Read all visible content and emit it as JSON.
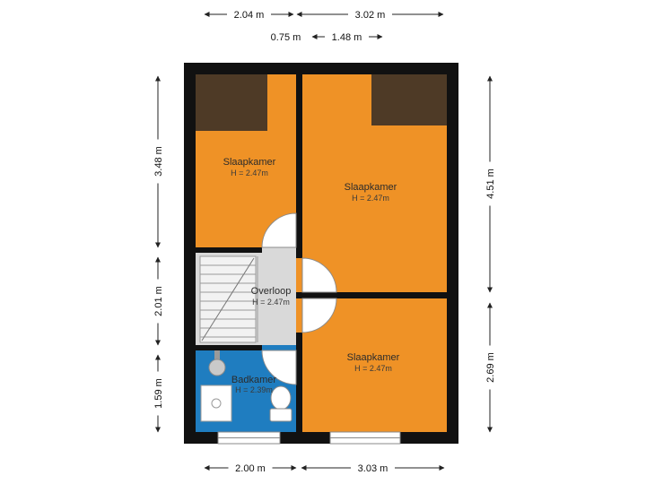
{
  "rooms": {
    "slaapkamer_tl": {
      "label": "Slaapkamer",
      "height": "H = 2.47m"
    },
    "slaapkamer_tr": {
      "label": "Slaapkamer",
      "height": "H = 2.47m"
    },
    "slaapkamer_br": {
      "label": "Slaapkamer",
      "height": "H = 2.47m"
    },
    "overloop": {
      "label": "Overloop",
      "height": "H = 2.47m"
    },
    "badkamer": {
      "label": "Badkamer",
      "height": "H = 2.39m"
    }
  },
  "dimensions": {
    "top_left": "2.04 m",
    "top_right": "3.02 m",
    "top_inner_left": "0.75 m",
    "top_inner_right": "1.48 m",
    "left_top": "3.48 m",
    "left_middle": "2.01 m",
    "left_bottom": "1.59 m",
    "right_top": "4.51 m",
    "right_bottom": "2.69 m",
    "bottom_left": "2.00 m",
    "bottom_right": "3.03 m"
  },
  "colors": {
    "wall": "#111111",
    "room_orange": "#EF9226",
    "roof_brown": "#4E3A26",
    "landing_gray": "#D9D9D9",
    "bathroom_blue": "#1F7DC0",
    "background": "#FFFFFF"
  }
}
